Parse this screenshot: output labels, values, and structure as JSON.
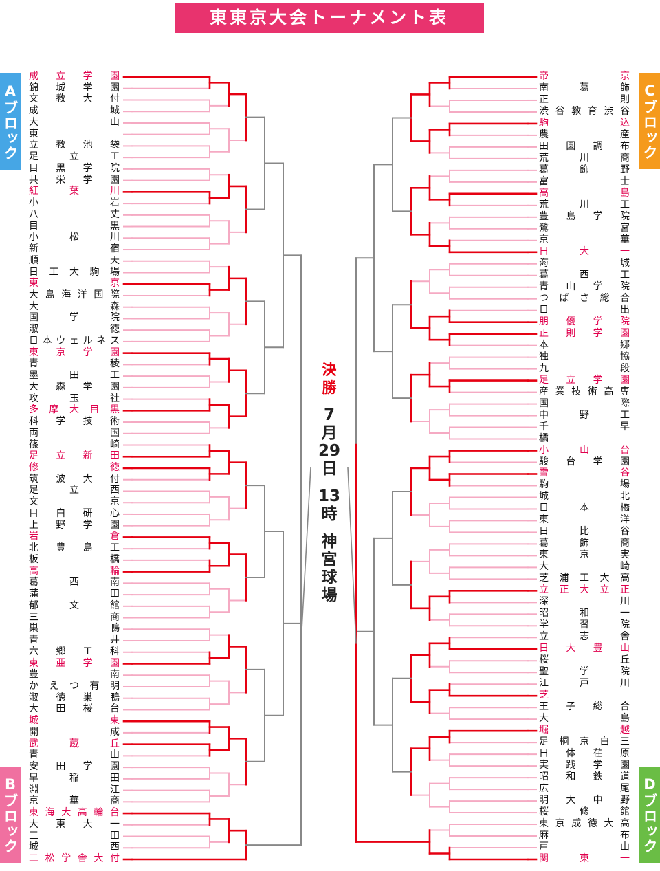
{
  "title": "東東京大会トーナメント表",
  "blocks": {
    "a": "Aブロック",
    "b": "Bブロック",
    "c": "Cブロック",
    "d": "Dブロック"
  },
  "final": {
    "label1": "決",
    "label2": "勝",
    "month": "7",
    "m_unit": "月",
    "day": "29",
    "d_unit": "日",
    "hour": "13",
    "h_unit": "時",
    "venue1": "神",
    "venue2": "宮",
    "venue3": "球",
    "venue4": "場"
  },
  "colors": {
    "win": "#e60012",
    "lose": "#f5aac3",
    "neutral": "#888888",
    "win_text": "#e0004d"
  },
  "left_teams": [
    {
      "n": "成立学園",
      "w": true
    },
    {
      "n": "錦城学園",
      "w": false
    },
    {
      "n": "文教大付",
      "w": false
    },
    {
      "n": "成城",
      "w": false
    },
    {
      "n": "大山",
      "w": false
    },
    {
      "n": "東",
      "w": false
    },
    {
      "n": "立教池袋",
      "w": false
    },
    {
      "n": "足立工",
      "w": false
    },
    {
      "n": "目黒学院",
      "w": false
    },
    {
      "n": "共栄学園",
      "w": false
    },
    {
      "n": "紅葉川",
      "w": true
    },
    {
      "n": "小岩",
      "w": false
    },
    {
      "n": "八丈",
      "w": false
    },
    {
      "n": "目黒",
      "w": false
    },
    {
      "n": "小松川",
      "w": false
    },
    {
      "n": "新宿",
      "w": false
    },
    {
      "n": "順天",
      "w": false
    },
    {
      "n": "日工大駒場",
      "w": false
    },
    {
      "n": "東京",
      "w": true
    },
    {
      "n": "大島海洋国際",
      "w": false
    },
    {
      "n": "大森",
      "w": false
    },
    {
      "n": "国学院",
      "w": false
    },
    {
      "n": "淑徳",
      "w": false
    },
    {
      "n": "日本ウェルネス",
      "w": false
    },
    {
      "n": "東京学園",
      "w": true
    },
    {
      "n": "青稜",
      "w": false
    },
    {
      "n": "墨田工",
      "w": false
    },
    {
      "n": "大森学園",
      "w": false
    },
    {
      "n": "攻玉社",
      "w": false
    },
    {
      "n": "多摩大目黒",
      "w": true
    },
    {
      "n": "科学技術",
      "w": false
    },
    {
      "n": "両国",
      "w": false
    },
    {
      "n": "篠崎",
      "w": false
    },
    {
      "n": "足立新田",
      "w": true
    },
    {
      "n": "修徳",
      "w": true
    },
    {
      "n": "筑波大付",
      "w": false
    },
    {
      "n": "足立西",
      "w": false
    },
    {
      "n": "文京",
      "w": false
    },
    {
      "n": "目白研心",
      "w": false
    },
    {
      "n": "上野学園",
      "w": false
    },
    {
      "n": "岩倉",
      "w": true
    },
    {
      "n": "北豊島工",
      "w": false
    },
    {
      "n": "板橋",
      "w": false
    },
    {
      "n": "高輪",
      "w": true
    },
    {
      "n": "葛西南",
      "w": false
    },
    {
      "n": "蒲田",
      "w": false
    },
    {
      "n": "郁文館",
      "w": false
    },
    {
      "n": "三商",
      "w": false
    },
    {
      "n": "巣鴨",
      "w": false
    },
    {
      "n": "青井",
      "w": false
    },
    {
      "n": "六郷工科",
      "w": false
    },
    {
      "n": "東亜学園",
      "w": true
    },
    {
      "n": "豊南",
      "w": false
    },
    {
      "n": "かえつ有明",
      "w": false
    },
    {
      "n": "淑徳巣鴨",
      "w": false
    },
    {
      "n": "大田桜台",
      "w": false
    },
    {
      "n": "城東",
      "w": true
    },
    {
      "n": "開成",
      "w": false
    },
    {
      "n": "武蔵丘",
      "w": true
    },
    {
      "n": "青山",
      "w": false
    },
    {
      "n": "安田学園",
      "w": false
    },
    {
      "n": "早稲田",
      "w": false
    },
    {
      "n": "淵江",
      "w": false
    },
    {
      "n": "京華商",
      "w": false
    },
    {
      "n": "東海大高輪台",
      "w": true
    },
    {
      "n": "大東大一",
      "w": false
    },
    {
      "n": "三田",
      "w": false
    },
    {
      "n": "城西",
      "w": false
    },
    {
      "n": "二松学舎大付",
      "w": true
    }
  ],
  "right_teams": [
    {
      "n": "帝京",
      "w": true
    },
    {
      "n": "南葛飾",
      "w": false
    },
    {
      "n": "正則",
      "w": false
    },
    {
      "n": "渋谷教育渋谷",
      "w": false
    },
    {
      "n": "駒込",
      "w": true
    },
    {
      "n": "農産",
      "w": false
    },
    {
      "n": "田園調布",
      "w": false
    },
    {
      "n": "荒川商",
      "w": false
    },
    {
      "n": "葛飾野",
      "w": false
    },
    {
      "n": "富士",
      "w": false
    },
    {
      "n": "高島",
      "w": true
    },
    {
      "n": "荒川工",
      "w": false
    },
    {
      "n": "豊島学院",
      "w": false
    },
    {
      "n": "鷺宮",
      "w": false
    },
    {
      "n": "京華",
      "w": false
    },
    {
      "n": "日大一",
      "w": true
    },
    {
      "n": "海城",
      "w": false
    },
    {
      "n": "葛西工",
      "w": false
    },
    {
      "n": "青山学院",
      "w": false
    },
    {
      "n": "つばさ総合",
      "w": false
    },
    {
      "n": "日出",
      "w": false
    },
    {
      "n": "朋優学院",
      "w": true
    },
    {
      "n": "正則学園",
      "w": true
    },
    {
      "n": "本郷",
      "w": false
    },
    {
      "n": "独協",
      "w": false
    },
    {
      "n": "九段",
      "w": false
    },
    {
      "n": "足立学園",
      "w": true
    },
    {
      "n": "産業技術高専",
      "w": false
    },
    {
      "n": "国際",
      "w": false
    },
    {
      "n": "中野工",
      "w": false
    },
    {
      "n": "千早",
      "w": false
    },
    {
      "n": "橘",
      "w": false
    },
    {
      "n": "小山台",
      "w": true
    },
    {
      "n": "駿台学園",
      "w": false
    },
    {
      "n": "雪谷",
      "w": true
    },
    {
      "n": "駒場",
      "w": false
    },
    {
      "n": "城北",
      "w": false
    },
    {
      "n": "日本橋",
      "w": false
    },
    {
      "n": "東洋",
      "w": false
    },
    {
      "n": "日比谷",
      "w": false
    },
    {
      "n": "葛飾商",
      "w": false
    },
    {
      "n": "東京実",
      "w": false
    },
    {
      "n": "大崎",
      "w": false
    },
    {
      "n": "芝浦工大高",
      "w": false
    },
    {
      "n": "立正大立正",
      "w": true
    },
    {
      "n": "深川",
      "w": false
    },
    {
      "n": "昭和一",
      "w": false
    },
    {
      "n": "学習院",
      "w": false
    },
    {
      "n": "立志舎",
      "w": false
    },
    {
      "n": "日大豊山",
      "w": true
    },
    {
      "n": "桜丘",
      "w": false
    },
    {
      "n": "聖学院",
      "w": false
    },
    {
      "n": "江戸川",
      "w": false
    },
    {
      "n": "芝",
      "w": true
    },
    {
      "n": "王子総合",
      "w": false
    },
    {
      "n": "大島",
      "w": false
    },
    {
      "n": "堀越",
      "w": true
    },
    {
      "n": "足桐京白三",
      "w": false
    },
    {
      "n": "日体荏原",
      "w": false
    },
    {
      "n": "実践学園",
      "w": false
    },
    {
      "n": "昭和鉄道",
      "w": false
    },
    {
      "n": "広尾",
      "w": false
    },
    {
      "n": "明大中野",
      "w": false
    },
    {
      "n": "桜修館",
      "w": false
    },
    {
      "n": "東京成徳大高",
      "w": false
    },
    {
      "n": "麻布",
      "w": false
    },
    {
      "n": "戸山",
      "w": false
    },
    {
      "n": "関東一",
      "w": true
    }
  ]
}
